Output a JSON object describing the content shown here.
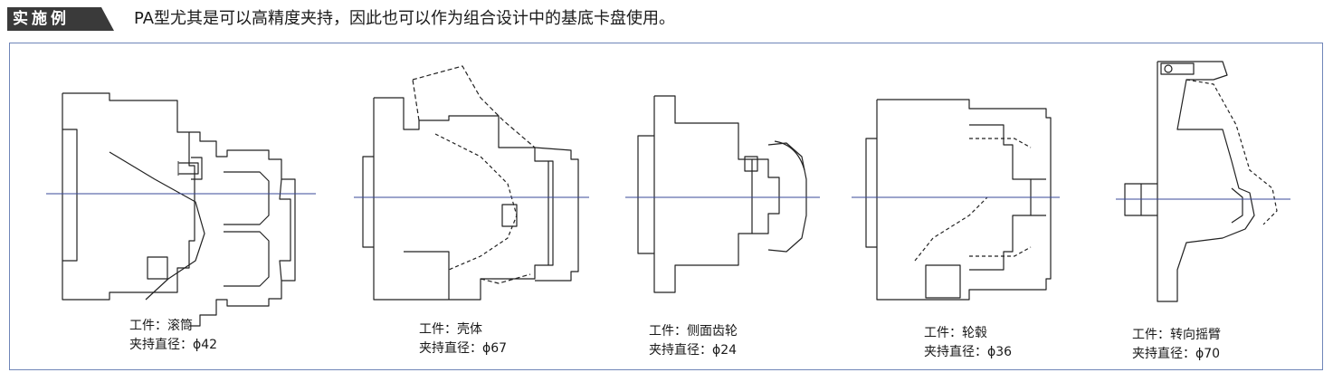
{
  "header": {
    "tag_label": "实施例",
    "headline": "PA型尤其是可以高精度夹持，因此也可以作为组合设计中的基底卡盘使用。"
  },
  "examples": [
    {
      "workpiece": "工件：滚筒",
      "diameter": "夹持直径：ϕ42"
    },
    {
      "workpiece": "工件：壳体",
      "diameter": "夹持直径：ϕ67"
    },
    {
      "workpiece": "工件：侧面齿轮",
      "diameter": "夹持直径：ϕ24"
    },
    {
      "workpiece": "工件：轮毂",
      "diameter": "夹持直径：ϕ36"
    },
    {
      "workpiece": "工件：转向摇臂",
      "diameter": "夹持直径：ϕ70"
    }
  ],
  "colors": {
    "tag_bg": "#3a3a3a",
    "border": "#6f85b8",
    "centerline": "#3a4a9a",
    "line": "#222222"
  }
}
